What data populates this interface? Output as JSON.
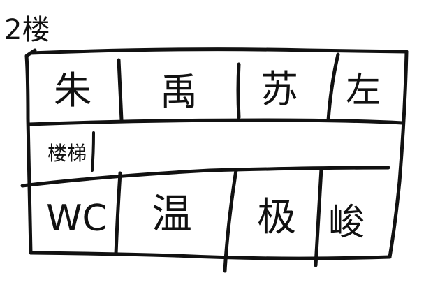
{
  "floor_label": "2楼",
  "rooms": {
    "top": [
      "朱",
      "禹",
      "苏",
      "左"
    ],
    "stairs": "楼梯",
    "bottom": [
      "WC",
      "温",
      "极",
      "峻"
    ]
  },
  "colors": {
    "ink": "#111111",
    "paper": "#ffffff"
  }
}
